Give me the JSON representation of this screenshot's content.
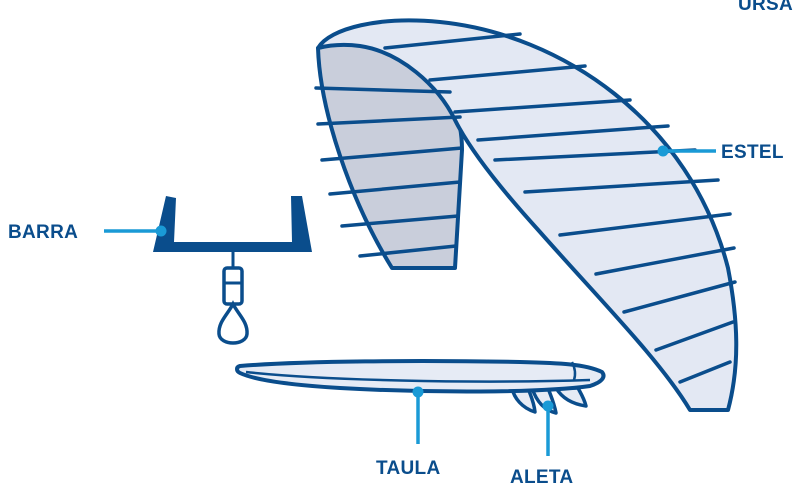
{
  "labels": {
    "kite": "ESTEL",
    "bar": "BARRA",
    "board": "TAULA",
    "fin": "ALETA",
    "top_cut": "URSA"
  },
  "colors": {
    "outline": "#0a4d8c",
    "leader": "#1a9ad6",
    "label_text": "#0a4d8c",
    "canopy_fill": "#e3e8f3",
    "canopy_inner_fill": "#c9cedb",
    "board_fill": "#e6ebf5",
    "background": "#ffffff"
  },
  "icons": [
    "kite-canopy",
    "control-bar",
    "kiteboard",
    "fins"
  ]
}
